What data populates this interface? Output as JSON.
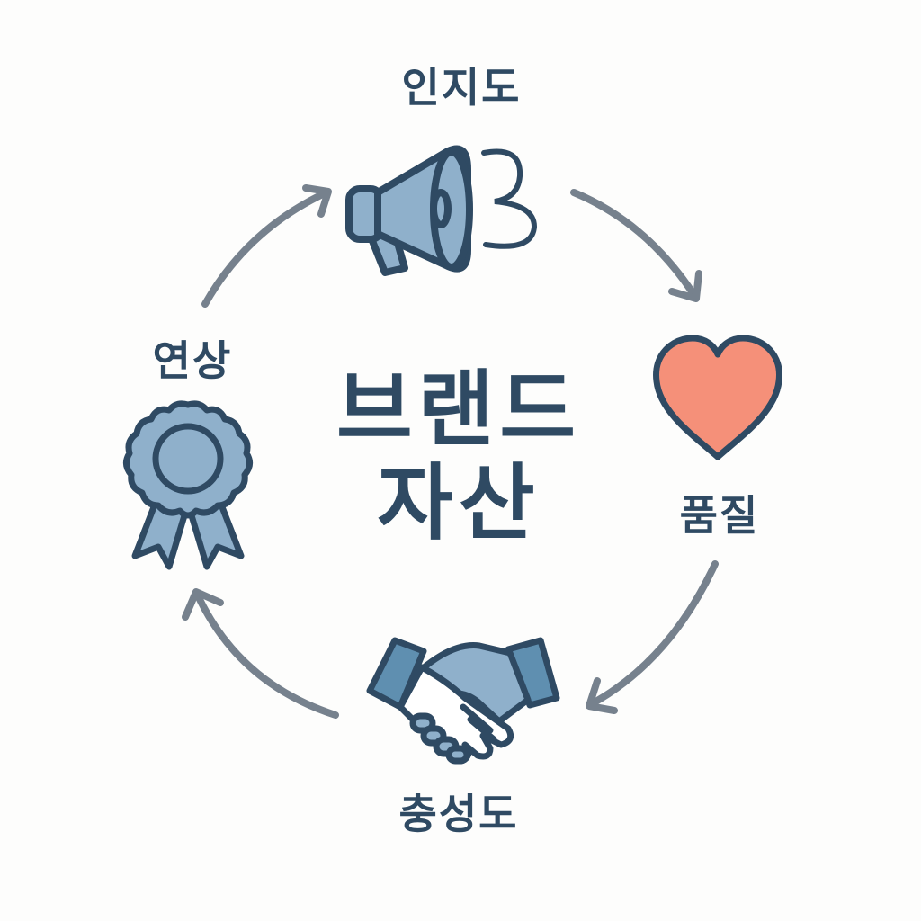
{
  "center": {
    "line1": "브랜드",
    "line2": "자산"
  },
  "nodes": {
    "top": {
      "label": "인지도",
      "icon": "megaphone-icon"
    },
    "right": {
      "label": "품질",
      "icon": "heart-icon"
    },
    "bottom": {
      "label": "충성도",
      "icon": "handshake-icon"
    },
    "left": {
      "label": "연상",
      "icon": "ribbon-badge-icon"
    }
  },
  "colors": {
    "text": "#2f4a63",
    "stroke": "#2f4a63",
    "icon_fill": "#8fb0cb",
    "icon_fill_dark": "#5f8fb0",
    "heart": "#f59079",
    "arrow": "#76818d"
  }
}
